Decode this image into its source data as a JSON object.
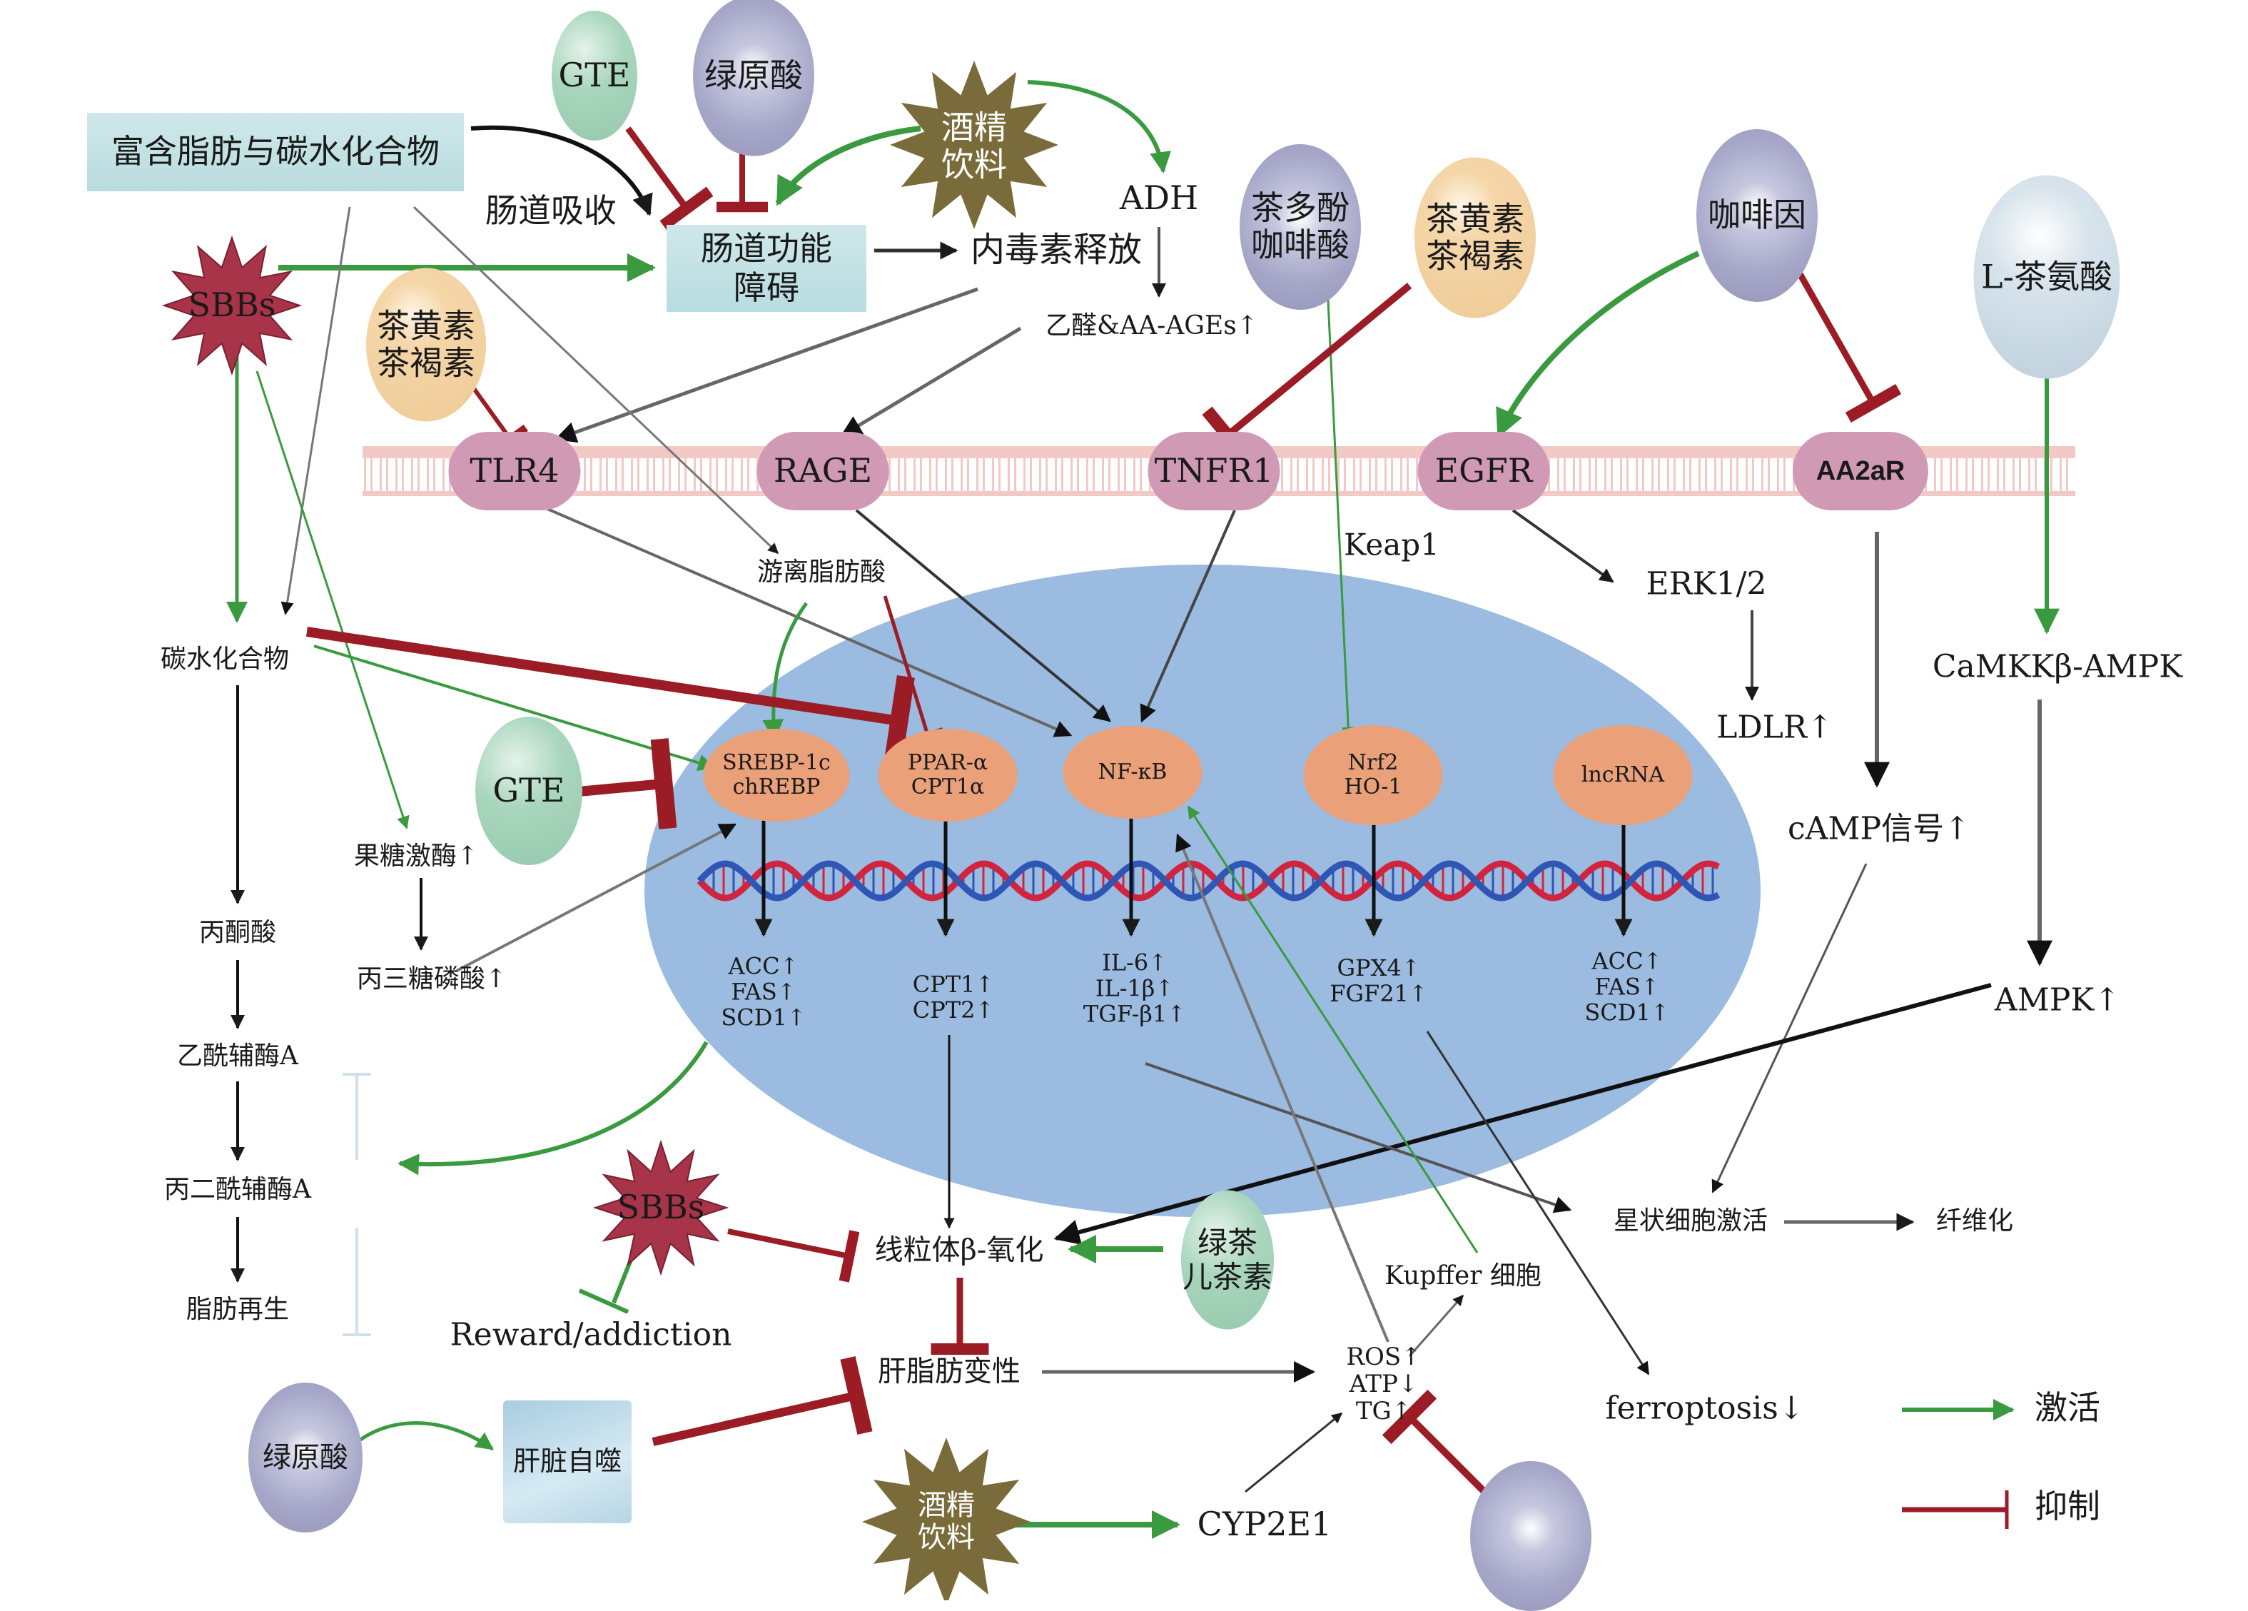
{
  "title": "Signaling pathways of food/beverage components in fatty liver disease",
  "inputs": {
    "diet_box": "富含脂肪与碳水化合物",
    "gte_top": "GTE",
    "cga_top": "绿原酸",
    "alcohol_top": [
      "酒精",
      "饮料"
    ],
    "sbbs_top": "SBBs",
    "theaflavin_left": [
      "茶黄素",
      "茶褐素"
    ],
    "tea_polyphenol": [
      "茶多酚",
      "咖啡酸"
    ],
    "theaflavin_right": [
      "茶黄素",
      "茶褐素"
    ],
    "caffeine": "咖啡因",
    "theanine": "L-茶氨酸",
    "gte_mid": "GTE",
    "sbbs_bottom": "SBBs",
    "green_tea_catechin": [
      "绿茶",
      "儿茶素"
    ],
    "cga_bottom": "绿原酸",
    "alcohol_bottom": [
      "酒精",
      "饮料"
    ]
  },
  "gut": {
    "absorption": "肠道吸收",
    "dysfunction_box": [
      "肠道功能",
      "障碍"
    ],
    "endotoxin": "内毒素释放",
    "adh": "ADH",
    "acetaldehyde": "乙醛&AA-AGEs↑"
  },
  "membrane": {
    "receptors": [
      "TLR4",
      "RAGE",
      "TNFR1",
      "EGFR",
      "AA2aR"
    ]
  },
  "right_pathway": {
    "keap1": "Keap1",
    "erk": "ERK1/2",
    "ldlr": "LDLR↑",
    "camkk": "CaMKKβ-AMPK",
    "camp": "cAMP信号↑",
    "ampk": "AMPK↑"
  },
  "nucleus": {
    "ffa": "游离脂肪酸",
    "factors": [
      {
        "lines": [
          "SREBP-1c",
          "chREBP"
        ],
        "outputs": [
          "ACC↑",
          "FAS↑",
          "SCD1↑"
        ]
      },
      {
        "lines": [
          "PPAR-α",
          "CPT1α"
        ],
        "outputs": [
          "CPT1↑",
          "CPT2↑"
        ]
      },
      {
        "lines": [
          "NF-κB"
        ],
        "outputs": [
          "IL-6↑",
          "IL-1β↑",
          "TGF-β1↑"
        ]
      },
      {
        "lines": [
          "Nrf2",
          "HO-1"
        ],
        "outputs": [
          "GPX4↑",
          "FGF21↑"
        ]
      },
      {
        "lines": [
          "lncRNA"
        ],
        "outputs": [
          "ACC↑",
          "FAS↑",
          "SCD1↑"
        ]
      }
    ]
  },
  "left_pathway": {
    "carbohydrate": "碳水化合物",
    "fructokinase": "果糖激酶↑",
    "glycerol3p": "丙三糖磷酸↑",
    "pyruvate": "丙酮酸",
    "acetyl_coa": "乙酰辅酶A",
    "malonyl_coa": "丙二酰辅酶A",
    "lipogenesis": "脂肪再生"
  },
  "bottom": {
    "reward": "Reward/addiction",
    "beta_oxidation": "线粒体β-氧化",
    "steatosis": "肝脂肪变性",
    "autophagy": "肝脏自噬",
    "kupffer": "Kupffer 细胞",
    "ros": [
      "ROS↑",
      "ATP↓",
      "TG↑"
    ],
    "cyp2e1": "CYP2E1",
    "stellate": "星状细胞激活",
    "fibrosis": "纤维化",
    "ferroptosis": "ferroptosis↓"
  },
  "legend": {
    "activate": "激活",
    "inhibit": "抑制"
  },
  "colors": {
    "activate": "#3a9a3f",
    "inhibit": "#9b1c24",
    "neutral": "#222222",
    "nucleus": "#9bbbe0",
    "receptor": "#d19ab4",
    "transcription_factor": "#eaa17a",
    "membrane": "#f2c9c4",
    "star_red": "#a8344a",
    "star_olive": "#7a6c3a"
  }
}
